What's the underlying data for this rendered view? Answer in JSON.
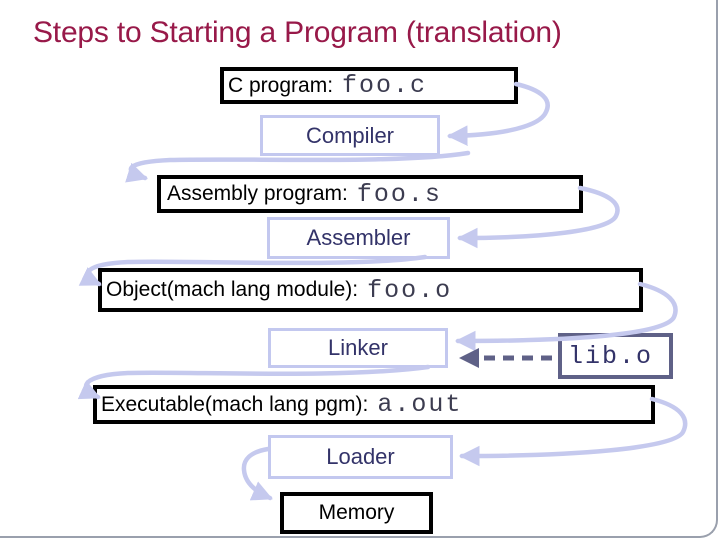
{
  "slide": {
    "title": "Steps to Starting a Program (translation)",
    "boxes": {
      "c_program": {
        "label": "C program:",
        "code": "foo.c"
      },
      "compiler": {
        "label": "Compiler"
      },
      "assembly": {
        "label": "Assembly program:",
        "code": "foo.s"
      },
      "assembler": {
        "label": "Assembler"
      },
      "object": {
        "label": "Object(mach lang module):",
        "code": "foo.o"
      },
      "linker": {
        "label": "Linker"
      },
      "lib": {
        "code": "lib.o"
      },
      "executable": {
        "label": "Executable(mach lang pgm):",
        "code": "a.out"
      },
      "loader": {
        "label": "Loader"
      },
      "memory": {
        "label": "Memory"
      }
    },
    "colors": {
      "title_text": "#981949",
      "data_box_border": "#000000",
      "process_box_border": "#c3c8ef",
      "process_text": "#333369",
      "flow_arrow": "#c5c9ee",
      "lib_box_border": "#5f6187",
      "lib_arrow": "#5f6187",
      "code_text": "#3c3c50",
      "background": "#ffffff"
    }
  }
}
